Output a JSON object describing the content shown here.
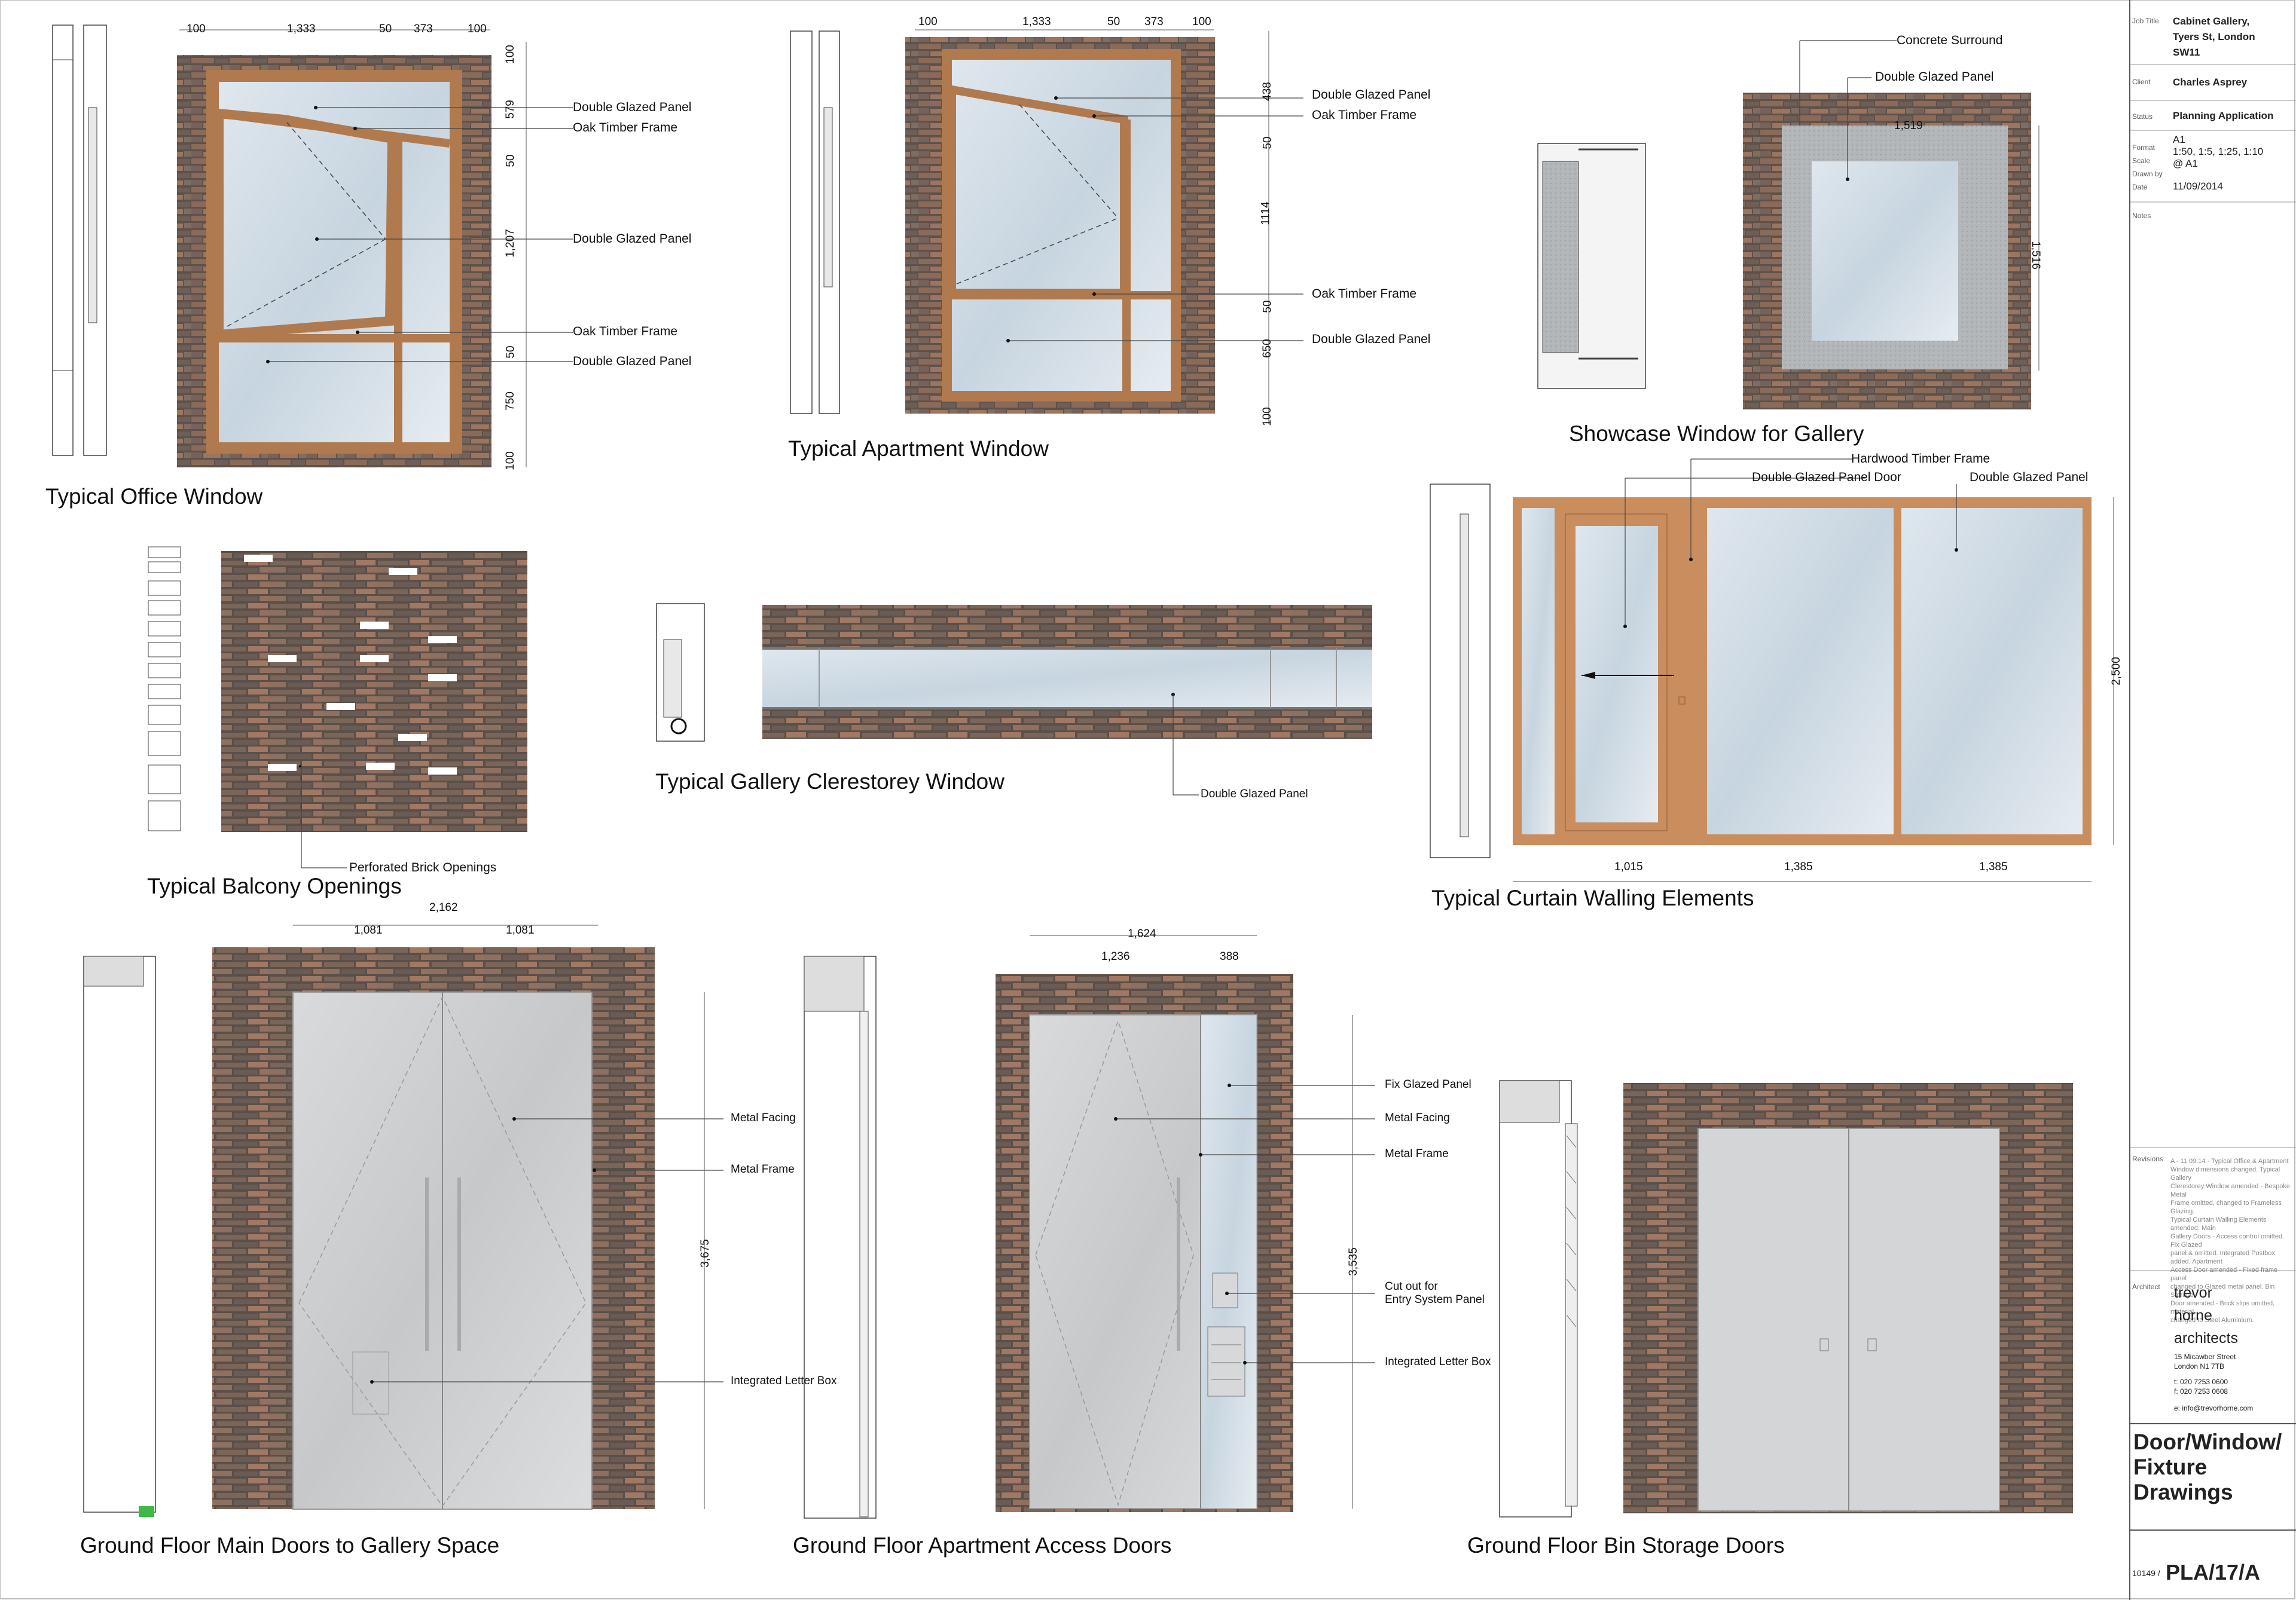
{
  "titles": {
    "office": "Typical Office Window",
    "apartment": "Typical Apartment Window",
    "showcase": "Showcase Window for Gallery",
    "balcony": "Typical Balcony Openings",
    "clerestorey": "Typical Gallery Clerestorey Window",
    "curtain": "Typical Curtain Walling Elements",
    "main_doors": "Ground Floor Main Doors to Gallery Space",
    "apt_doors": "Ground Floor Apartment Access Doors",
    "bin_doors": "Ground Floor Bin Storage Doors"
  },
  "labels": {
    "dgp": "Double Glazed Panel",
    "oak": "Oak Timber Frame",
    "concrete": "Concrete Surround",
    "perforated": "Perforated Brick Openings",
    "hardwood": "Hardwood Timber Frame",
    "dgp_door": "Double Glazed Panel Door",
    "metal_facing": "Metal Facing",
    "metal_frame": "Metal Frame",
    "letter_box": "Integrated Letter Box",
    "fix_glazed": "Fix Glazed Panel",
    "cutout_1": "Cut out for",
    "cutout_2": "Entry System Panel"
  },
  "dims": {
    "office_top": [
      "100",
      "1,333",
      "50",
      "373",
      "100"
    ],
    "office_side": [
      "100",
      "579",
      "50",
      "1,207",
      "50",
      "750",
      "100"
    ],
    "apt_top": [
      "100",
      "1,333",
      "50",
      "373",
      "100"
    ],
    "apt_side": [
      "438",
      "50",
      "1114",
      "50",
      "650",
      "100"
    ],
    "showcase_w": "1,519",
    "showcase_h": "1,516",
    "curtain_h": "2,500",
    "curtain_w": [
      "1,015",
      "1,385",
      "1,385"
    ],
    "main_total": "2,162",
    "main_split": [
      "1,081",
      "1,081"
    ],
    "main_h": "3,675",
    "apt_total": "1,624",
    "apt_split": [
      "1,236",
      "388"
    ],
    "apt_h": "3,535"
  },
  "titleblock": {
    "job_title_lbl": "Job Title",
    "job_title": [
      "Cabinet Gallery,",
      "Tyers St, London",
      "SW11"
    ],
    "client_lbl": "Client",
    "client": "Charles Asprey",
    "status_lbl": "Status",
    "status": "Planning Application",
    "format_lbl": "Format",
    "format": "A1",
    "scale_lbl": "Scale",
    "scale": [
      "1:50, 1:5, 1:25, 1:10",
      "@ A1"
    ],
    "drawn_lbl": "Drawn by",
    "date_lbl": "Date",
    "date": "11/09/2014",
    "notes_lbl": "Notes",
    "revisions_lbl": "Revisions",
    "revisions": [
      "A - 11.09.14 - Typical Office & Apartment",
      "Window dimensions changed. Typical Gallery",
      "Clerestorey Window amended - Bespoke Metal",
      "Frame omitted, changed to Frameless Glazing.",
      "Typical Curtain Walling Elements amended. Main",
      "Gallery Doors - Access control omitted. Fix Glazed",
      "panel & omitted. Integrated Postbox added. Apartment",
      "Access Door amended - Fixed frame panel",
      "changed to Glazed metal panel. Bin Storage",
      "Door amended - Brick slips omitted, material",
      "changed to Steel Aluminium."
    ],
    "architect_lbl": "Architect",
    "architect": [
      "trevor",
      "horne",
      "architects"
    ],
    "address": [
      "15 Micawber Street",
      "London  N1 7TB"
    ],
    "phone": [
      "t: 020 7253 0600",
      "f: 020 7253 0608"
    ],
    "email": "e: info@trevorhorne.com",
    "drawing_title": [
      "Door/Window/",
      "Fixture",
      "Drawings"
    ],
    "job_no": "10149 /",
    "drawing_no": "PLA/17/A"
  }
}
